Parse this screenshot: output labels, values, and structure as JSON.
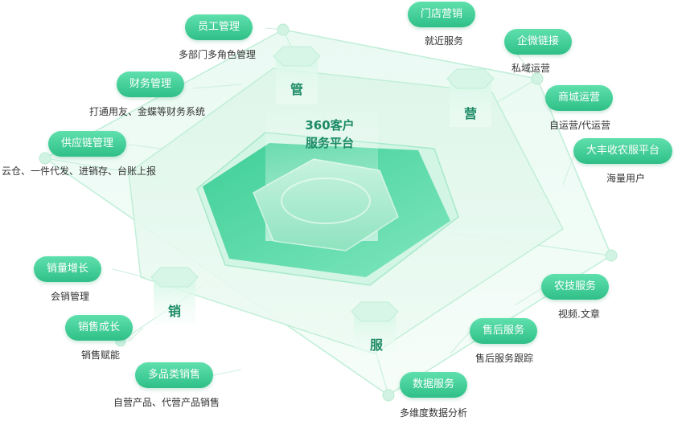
{
  "center": {
    "line1": "360客户",
    "line2": "服务平台"
  },
  "pillars": {
    "guan": "管",
    "ying": "营",
    "xiao": "销",
    "fu": "服"
  },
  "items": {
    "staff_mgmt": {
      "label": "员工管理",
      "desc": "多部门多角色管理"
    },
    "finance_mgmt": {
      "label": "财务管理",
      "desc": "打通用友、金蝶等财务系统"
    },
    "supply_chain": {
      "label": "供应链管理",
      "desc": "云仓、一件代发、进销存、台账上报"
    },
    "store_marketing": {
      "label": "门店营销",
      "desc": "就近服务"
    },
    "wecom_link": {
      "label": "企微链接",
      "desc": "私域运营"
    },
    "mall_ops": {
      "label": "商城运营",
      "desc": "自运营/代运营"
    },
    "platform": {
      "label": "大丰收农服平台",
      "desc": "海量用户"
    },
    "sales_growth": {
      "label": "销量增长",
      "desc": "会销管理"
    },
    "sales_up": {
      "label": "销售成长",
      "desc": "销售赋能"
    },
    "multi_category": {
      "label": "多品类销售",
      "desc": "自营产品、代营产品销售"
    },
    "agri_service": {
      "label": "农技服务",
      "desc": "视频.文章"
    },
    "after_sales": {
      "label": "售后服务",
      "desc": "售后服务跟踪"
    },
    "data_service": {
      "label": "数据服务",
      "desc": "多维度数据分析"
    }
  }
}
